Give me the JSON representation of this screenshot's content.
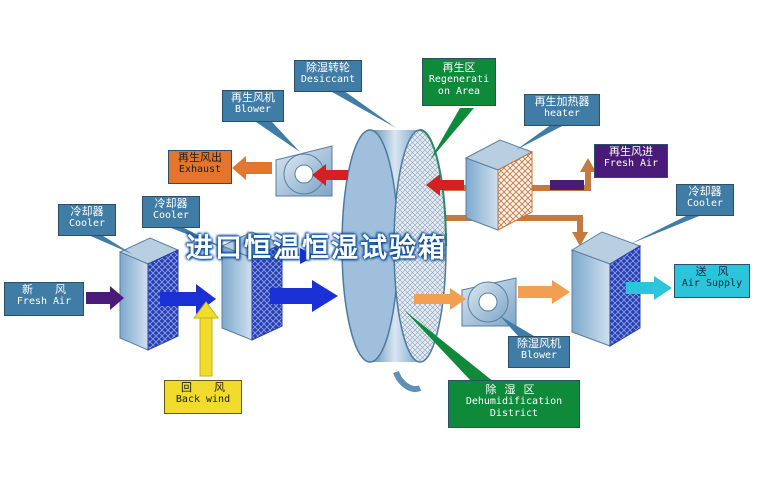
{
  "title": "进口恒温恒湿试验箱",
  "labels": {
    "desiccant": {
      "cn": "除湿转轮",
      "en": "Desiccant"
    },
    "regeneration_area": {
      "cn": "再生区",
      "en1": "Regenerati",
      "en2": "on Area"
    },
    "regen_blower": {
      "cn": "再生风机",
      "en": "Blower"
    },
    "regen_heater": {
      "cn": "再生加热器",
      "en": "heater"
    },
    "regen_exhaust": {
      "cn": "再生风出",
      "en": "Exhaust"
    },
    "regen_fresh_air": {
      "cn": "再生风进",
      "en": "Fresh Air"
    },
    "cooler_left": {
      "cn": "冷却器",
      "en": "Cooler"
    },
    "cooler_mid": {
      "cn": "冷却器",
      "en": "Cooler"
    },
    "cooler_right": {
      "cn": "冷却器",
      "en": "Cooler"
    },
    "fresh_air": {
      "cn": "新　　风",
      "en": "Fresh Air"
    },
    "air_supply": {
      "cn": "送　风",
      "en": "Air Supply"
    },
    "back_wind": {
      "cn": "回　　风",
      "en": "Back wind"
    },
    "dehum_blower": {
      "cn": "除湿风机",
      "en": "Blower"
    },
    "dehum_district": {
      "cn": "除湿区",
      "en1": "Dehumidification",
      "en2": "District"
    }
  },
  "colors": {
    "label_blue": "#3f7ca6",
    "exhaust_orange": "#e2762e",
    "fresh_air_purple": "#4a1a78",
    "supply_cyan": "#2cc4db",
    "back_wind_yellow": "#f1db2c",
    "district_green": "#0f8a3b",
    "arrow_blue": "#1b2fd6",
    "arrow_red": "#d42020"
  }
}
